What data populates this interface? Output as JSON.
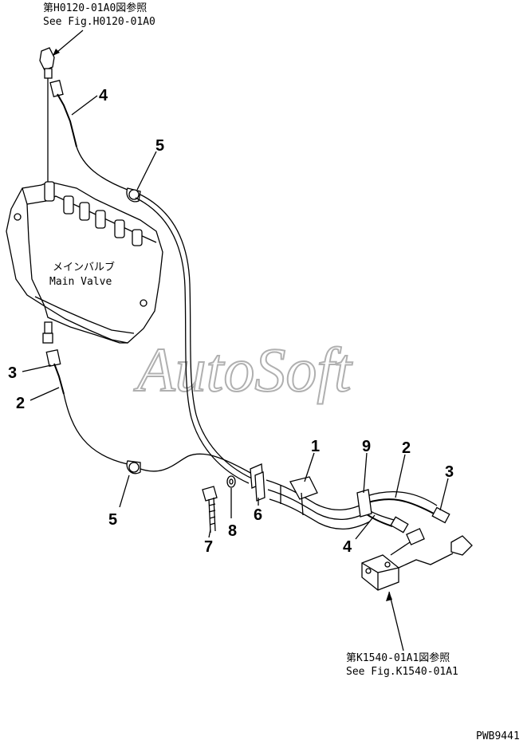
{
  "references": {
    "top": {
      "ja": "第H0120-01A0図参照",
      "en": "See Fig.H0120-01A0"
    },
    "bottom": {
      "ja": "第K1540-01A1図参照",
      "en": "See Fig.K1540-01A1"
    }
  },
  "main_valve": {
    "ja": "メインバルブ",
    "en": "Main Valve"
  },
  "watermark": "AutoSoft",
  "drawing_code": "PWB9441",
  "callouts": {
    "hose_upper": "4",
    "clamp_upper": "5",
    "nut_left": "3",
    "hose_left": "2",
    "clamp_lower": "5",
    "bolt": "7",
    "washer": "8",
    "bracket": "6",
    "tube_assembly": "1",
    "hose_clip": "9",
    "hose_right": "2",
    "nut_right": "3",
    "hose_right_lower": "4"
  }
}
